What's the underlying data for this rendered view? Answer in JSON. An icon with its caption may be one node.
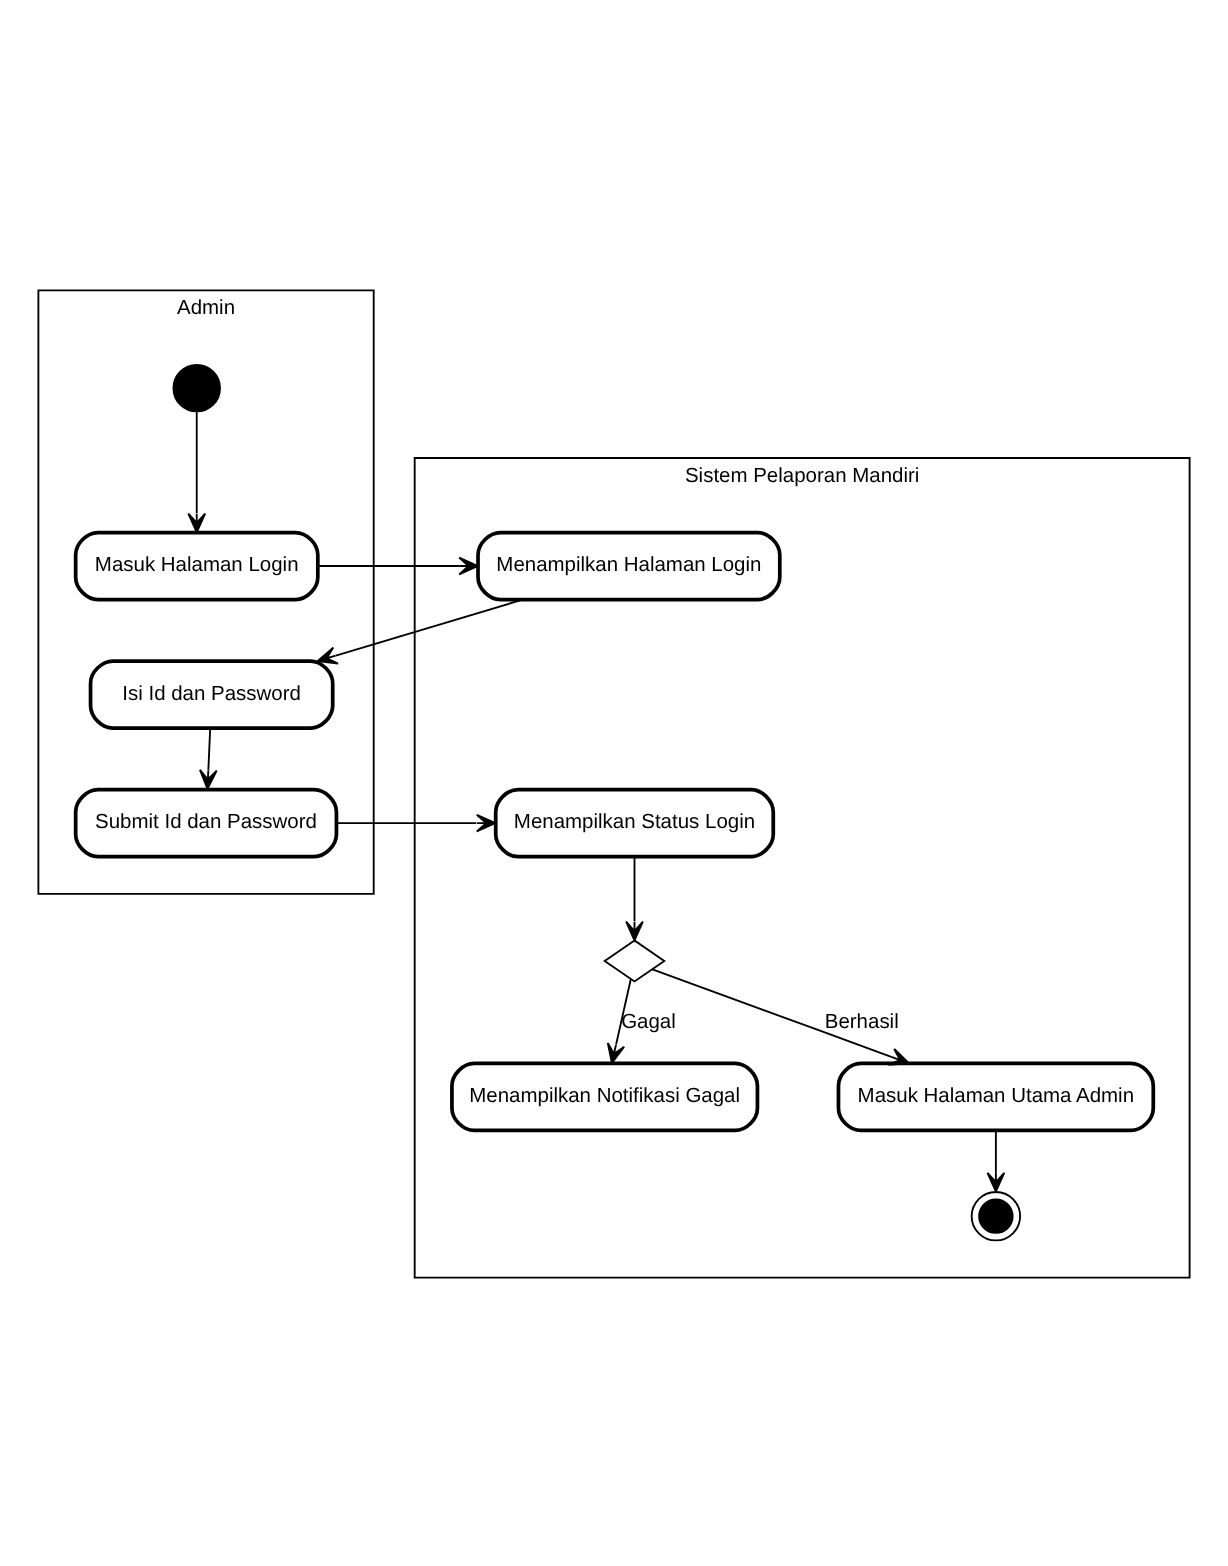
{
  "diagram": {
    "nodes": [
      {
        "text": [
          "Admin"
        ]
      },
      {
        "text": [
          "Sistem Pelaporan Mandiri"
        ]
      },
      {
        "text": [],
        "shape": "circle",
        "in": 0
      },
      {
        "text": [
          "Masuk Halaman Login"
        ],
        "in": 0
      },
      {
        "text": [
          "Menampilkan Halaman Login"
        ],
        "in": 1
      },
      {
        "text": [
          "Isi Id dan Password"
        ],
        "in": 0
      },
      {
        "text": [
          "Submit Id dan Password"
        ],
        "in": 0
      },
      {
        "text": [
          "Menampilkan Status Login"
        ],
        "in": 1
      },
      {
        "text": [],
        "shape": "diamond",
        "in": 1
      },
      {
        "text": [
          "Menampilkan Notifikasi Gagal"
        ],
        "in": 1
      },
      {
        "text": [
          "Masuk Halaman Utama Admin"
        ],
        "in": 1
      },
      {
        "text": [],
        "shape": "bullseye",
        "in": 1
      }
    ],
    "edges": [
      {
        "from": 2,
        "to": 3,
        "arrow": "to"
      },
      {
        "from": 3,
        "to": 4,
        "arrow": "to"
      },
      {
        "from": 4,
        "to": 5,
        "arrow": "to"
      },
      {
        "from": 5,
        "to": 6,
        "arrow": "to"
      },
      {
        "from": 6,
        "to": 7,
        "arrow": "to"
      },
      {
        "from": 7,
        "to": 8,
        "arrow": "to"
      },
      {
        "from": 8,
        "to": 9,
        "label": "Gagal",
        "arrow": "to"
      },
      {
        "from": 8,
        "to": 10,
        "label": "Berhasil",
        "arrow": "to"
      },
      {
        "from": 10,
        "to": 11,
        "arrow": "to"
      }
    ]
  }
}
